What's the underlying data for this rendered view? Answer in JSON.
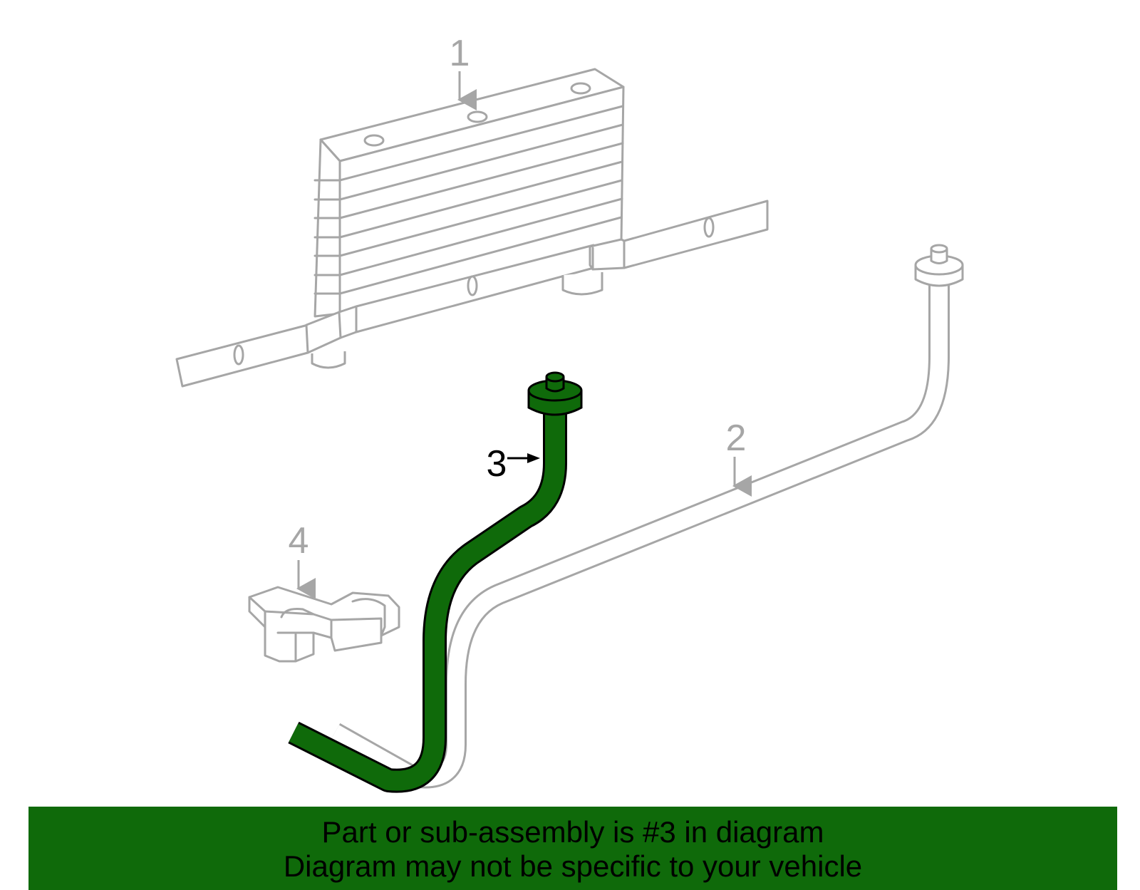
{
  "diagram": {
    "callouts": [
      {
        "id": "1",
        "label": "1"
      },
      {
        "id": "2",
        "label": "2"
      },
      {
        "id": "3",
        "label": "3"
      },
      {
        "id": "4",
        "label": "4"
      }
    ],
    "highlighted_part": "3",
    "colors": {
      "highlight": "#0f6a0a",
      "ghost": "#a6a6a6",
      "banner": "#0f6a0a",
      "text": "#000000"
    }
  },
  "footer": {
    "line1": "Part or sub-assembly is #3 in diagram",
    "line2": "Diagram may not be specific to your vehicle"
  }
}
